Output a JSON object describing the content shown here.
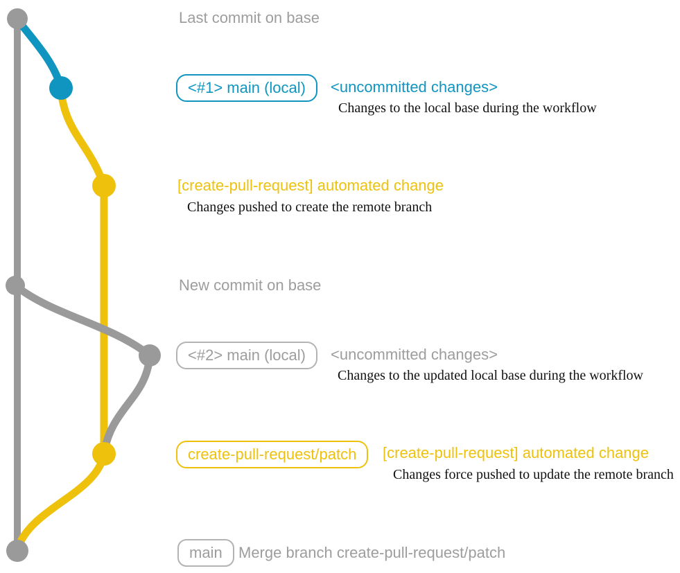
{
  "colors": {
    "base_branch_gray": "#9a9a9a",
    "local_main_blue": "#1095c1",
    "pull_request_branch_yellow": "#eec10d",
    "muted_text_gray": "#9d9d9d",
    "description_text": "#111111"
  },
  "graph": {
    "branches": [
      {
        "name": "base",
        "color_key": "base_branch_gray"
      },
      {
        "name": "main (local)",
        "color_key": "local_main_blue"
      },
      {
        "name": "create-pull-request/patch",
        "color_key": "pull_request_branch_yellow"
      }
    ],
    "commit_nodes": [
      {
        "name": "last-commit-on-base",
        "branch": "base"
      },
      {
        "name": "local-uncommitted-changes-1",
        "branch": "main (local)"
      },
      {
        "name": "automated-change-commit-1",
        "branch": "create-pull-request/patch"
      },
      {
        "name": "new-commit-on-base",
        "branch": "base"
      },
      {
        "name": "local-uncommitted-changes-2",
        "branch": "main (local)"
      },
      {
        "name": "automated-change-commit-2",
        "branch": "create-pull-request/patch"
      },
      {
        "name": "merge-commit",
        "branch": "base"
      }
    ]
  },
  "annotations": {
    "last_commit": {
      "title": "Last commit on base"
    },
    "uncommitted_1": {
      "badge": "<#1> main (local)",
      "label": "<uncommitted changes>",
      "description": "Changes to the local base during the workflow"
    },
    "automated_1": {
      "label": "[create-pull-request] automated change",
      "description": "Changes pushed to create the remote branch"
    },
    "new_commit": {
      "title": "New commit on base"
    },
    "uncommitted_2": {
      "badge": "<#2> main (local)",
      "label": "<uncommitted changes>",
      "description": "Changes to the updated local base during the workflow"
    },
    "automated_2": {
      "badge": "create-pull-request/patch",
      "label": "[create-pull-request] automated change",
      "description": "Changes force pushed to update the remote branch"
    },
    "merge": {
      "badge": "main",
      "label": "Merge branch create-pull-request/patch"
    }
  }
}
